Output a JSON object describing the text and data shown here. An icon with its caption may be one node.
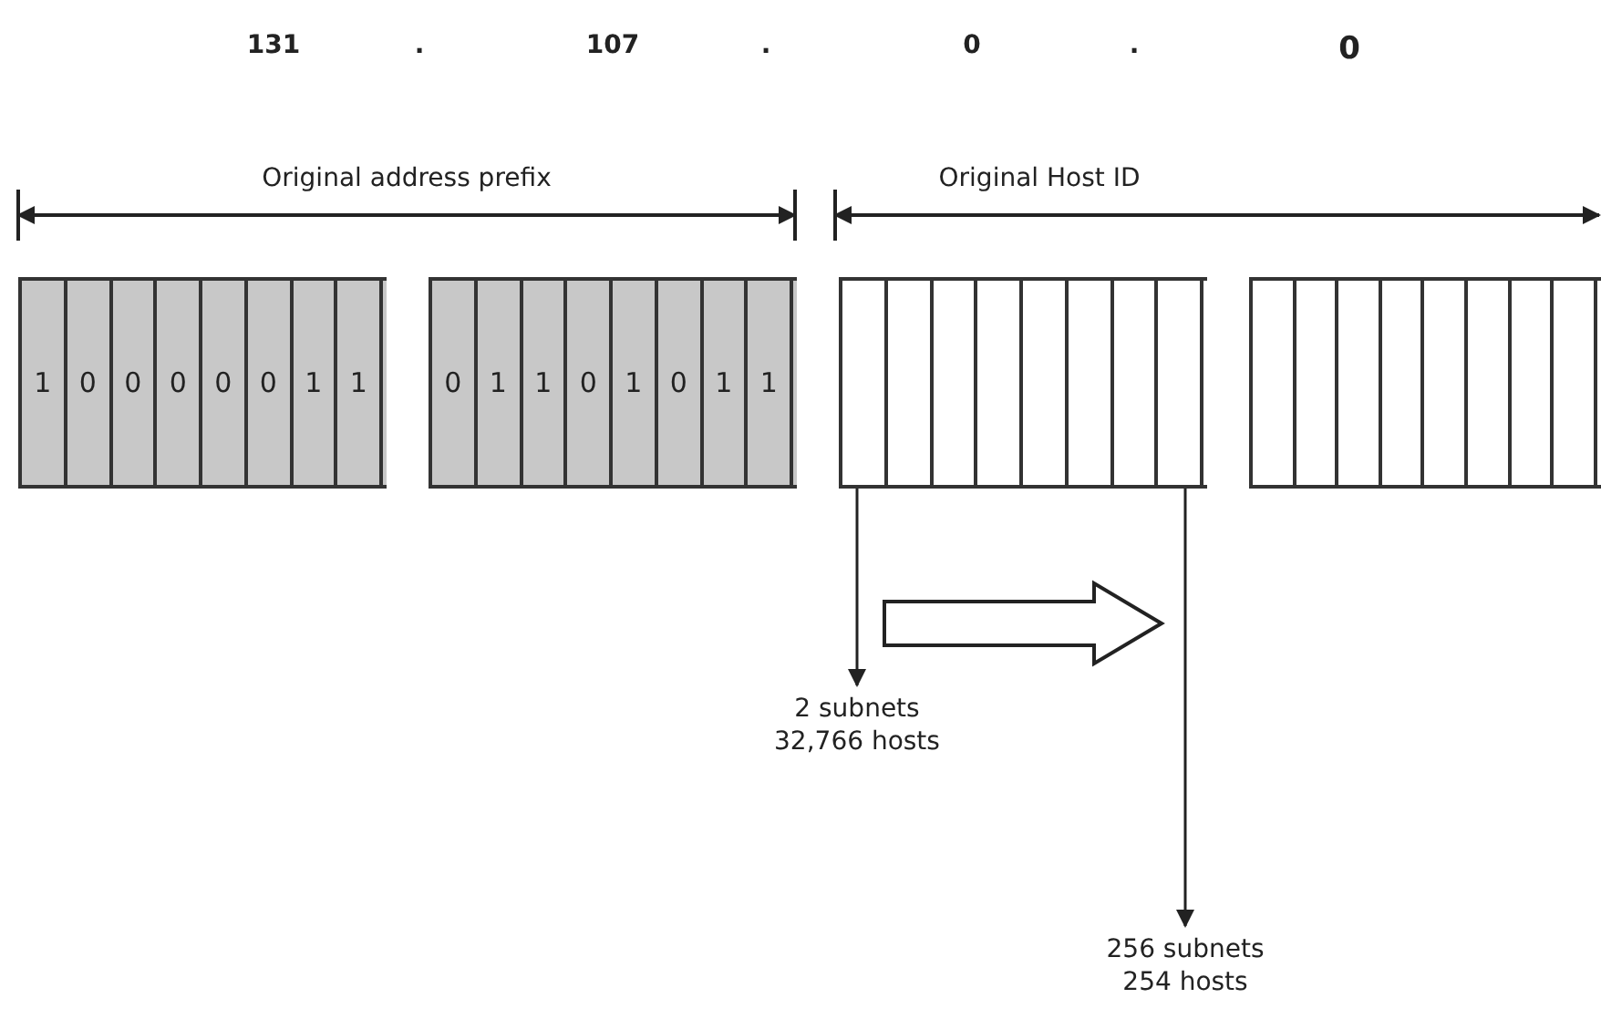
{
  "diagram": {
    "nodes": [
      {
        "text": [],
        "shape": "box"
      },
      {
        "text": [
          "1"
        ],
        "in": 0
      },
      {
        "text": [
          "0"
        ],
        "in": 0
      },
      {
        "text": [
          "0"
        ],
        "in": 0
      },
      {
        "text": [
          "0"
        ],
        "in": 0
      },
      {
        "text": [
          "0"
        ],
        "in": 0
      },
      {
        "text": [
          "0"
        ],
        "in": 0
      },
      {
        "text": [
          "1"
        ],
        "in": 0
      },
      {
        "text": [
          "1"
        ],
        "in": 0
      },
      {
        "text": [],
        "shape": "box"
      },
      {
        "text": [
          "0"
        ],
        "in": 9
      },
      {
        "text": [
          "1"
        ],
        "in": 9
      },
      {
        "text": [
          "1"
        ],
        "in": 9
      },
      {
        "text": [
          "0"
        ],
        "in": 9
      },
      {
        "text": [
          "1"
        ],
        "in": 9
      },
      {
        "text": [
          "0"
        ],
        "in": 9
      },
      {
        "text": [
          "1"
        ],
        "in": 9
      },
      {
        "text": [
          "1"
        ],
        "in": 9
      },
      {
        "text": [],
        "shape": "box"
      },
      {
        "text": [],
        "shape": "box",
        "in": 18
      },
      {
        "text": [],
        "shape": "box",
        "in": 18
      },
      {
        "text": [],
        "shape": "box",
        "in": 18
      },
      {
        "text": [],
        "shape": "box",
        "in": 18
      },
      {
        "text": [],
        "shape": "box",
        "in": 18
      },
      {
        "text": [],
        "shape": "box",
        "in": 18
      },
      {
        "text": [],
        "shape": "box",
        "in": 18
      },
      {
        "text": [],
        "shape": "box",
        "in": 18
      },
      {
        "text": [],
        "shape": "box"
      },
      {
        "text": [],
        "shape": "box",
        "in": 27
      },
      {
        "text": [],
        "shape": "box",
        "in": 27
      },
      {
        "text": [],
        "shape": "box",
        "in": 27
      },
      {
        "text": [],
        "shape": "box",
        "in": 27
      },
      {
        "text": [],
        "shape": "box",
        "in": 27
      },
      {
        "text": [],
        "shape": "box",
        "in": 27
      },
      {
        "text": [],
        "shape": "box",
        "in": 27
      },
      {
        "text": [],
        "shape": "box",
        "in": 27
      },
      {
        "text": [
          "2 subnets 32,766 hosts"
        ]
      },
      {
        "text": [
          "256 subnets 254 hosts"
        ]
      }
    ],
    "edges": [
      {
        "from": 18,
        "to": 36,
        "arrow": "to"
      },
      {
        "from": 18,
        "to": 37,
        "arrow": "to"
      }
    ],
    "labels": [
      "131",
      ".",
      "107",
      ".",
      "0",
      ".",
      "0",
      "Original address prefix",
      "Original Host ID"
    ]
  }
}
